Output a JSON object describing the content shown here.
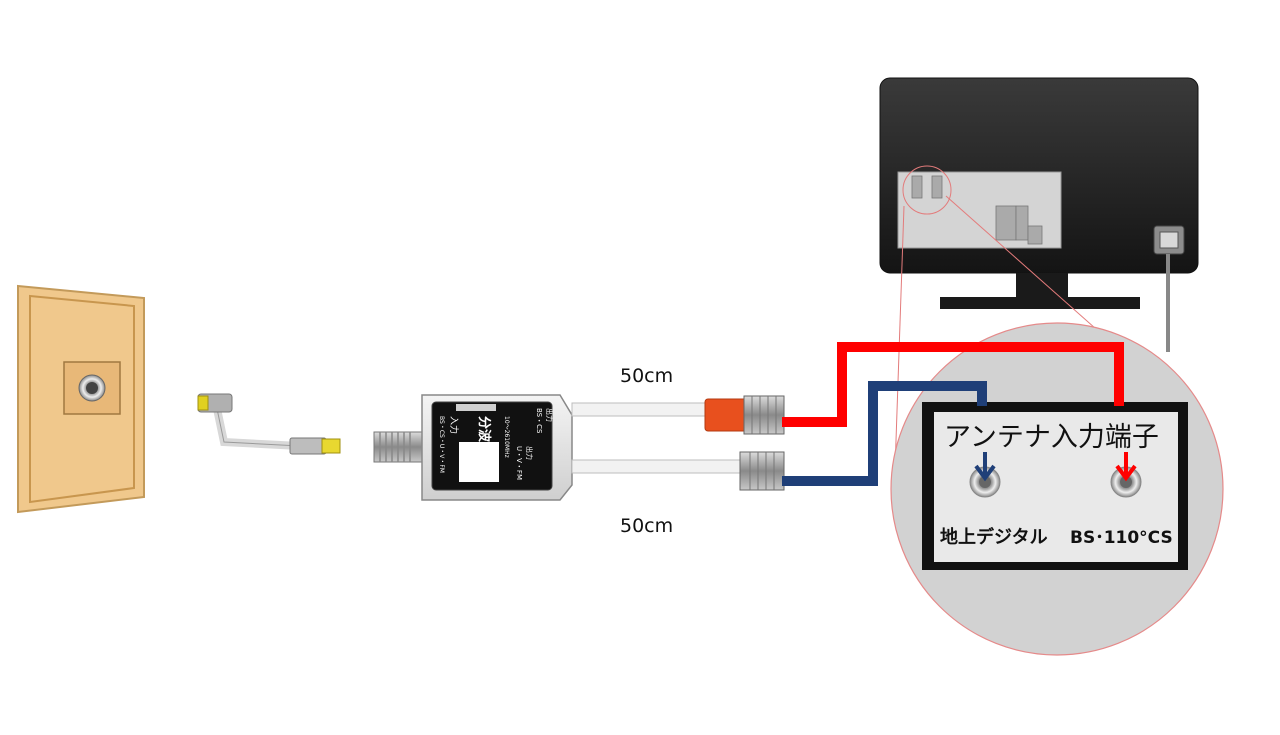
{
  "cable_lengths": {
    "top": "50cm",
    "bottom": "50cm"
  },
  "splitter": {
    "title": "分波器",
    "input_label": "入力",
    "input_bands": "BS・CS・U・V・FM",
    "output_left": "U・V・FM",
    "output_left_sub": "出力",
    "output_right": "BS・CS",
    "output_right_sub": "出力",
    "pass_note": "10～2610MHz"
  },
  "tv_panel": {
    "title": "アンテナ入力端子",
    "terrestrial_label": "地上デジタル",
    "bs_label": "BS･110°CS"
  },
  "colors": {
    "bs_cable": "#ff0000",
    "terrestrial_cable": "#1f3f78",
    "wall_plate": "#f0c88c",
    "zoom_circle": "#cfcfcf",
    "tv_body": "#1e1e1e",
    "red_connector": "#e8501e"
  }
}
